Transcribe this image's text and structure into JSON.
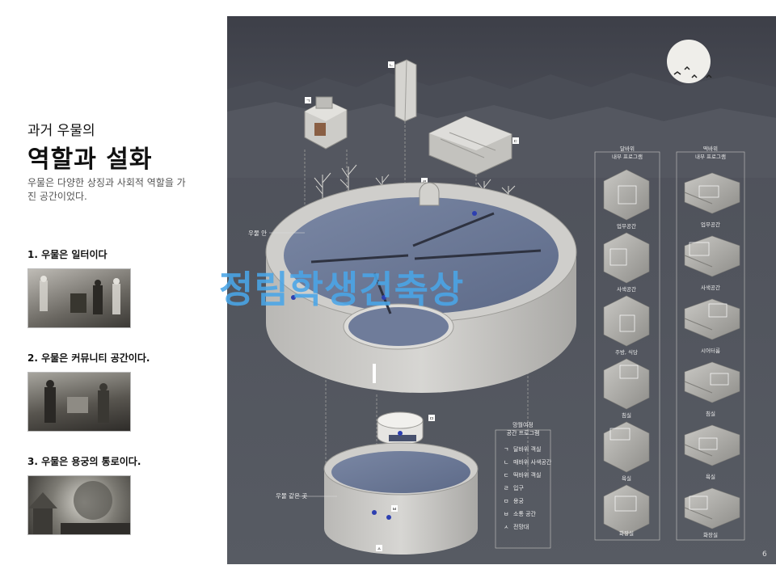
{
  "left": {
    "title_line1": "과거 우물의",
    "title_line2": "역할과 설화",
    "description": "우물은 다양한 상징과 사회적 역할을 가진 공간이었다.",
    "sections": [
      {
        "label": "1. 우물은 일터이다"
      },
      {
        "label": "2. 우물은 커뮤니티 공간이다."
      },
      {
        "label": "3. 우물은 용궁의 통로이다."
      }
    ]
  },
  "panel": {
    "markers": {
      "giyeok": "ㄱ",
      "nieun": "ㄴ",
      "digeut": "ㄷ",
      "rieul": "ㄹ",
      "mieum": "ㅁ",
      "bieup": "ㅂ",
      "siot": "ㅅ"
    },
    "label_well_inside": "우물 안",
    "label_well_like_place": "우물 같은 곳",
    "legend": {
      "title_line1": "망월여정",
      "title_line2": "공간 프로그램",
      "items": [
        {
          "mark": "ㄱ",
          "text": "달바위 객실"
        },
        {
          "mark": "ㄴ",
          "text": "매바위 사색공간"
        },
        {
          "mark": "ㄷ",
          "text": "떡바위 객실"
        },
        {
          "mark": "ㄹ",
          "text": "입구"
        },
        {
          "mark": "ㅁ",
          "text": "용궁"
        },
        {
          "mark": "ㅂ",
          "text": "소통 공간"
        },
        {
          "mark": "ㅅ",
          "text": "전망대"
        }
      ]
    },
    "col1": {
      "title_line1": "달바위",
      "title_line2": "내부 프로그램",
      "items": [
        "업무공간",
        "사색공간",
        "주방, 식당",
        "침실",
        "욕실",
        "화장실"
      ]
    },
    "col2": {
      "title_line1": "떡바위",
      "title_line2": "내부 프로그램",
      "items": [
        "업무공간",
        "사색공간",
        "시어터룸",
        "침실",
        "욕실",
        "화장실"
      ]
    }
  },
  "watermark": "정림학생건축상",
  "page_number": "6"
}
